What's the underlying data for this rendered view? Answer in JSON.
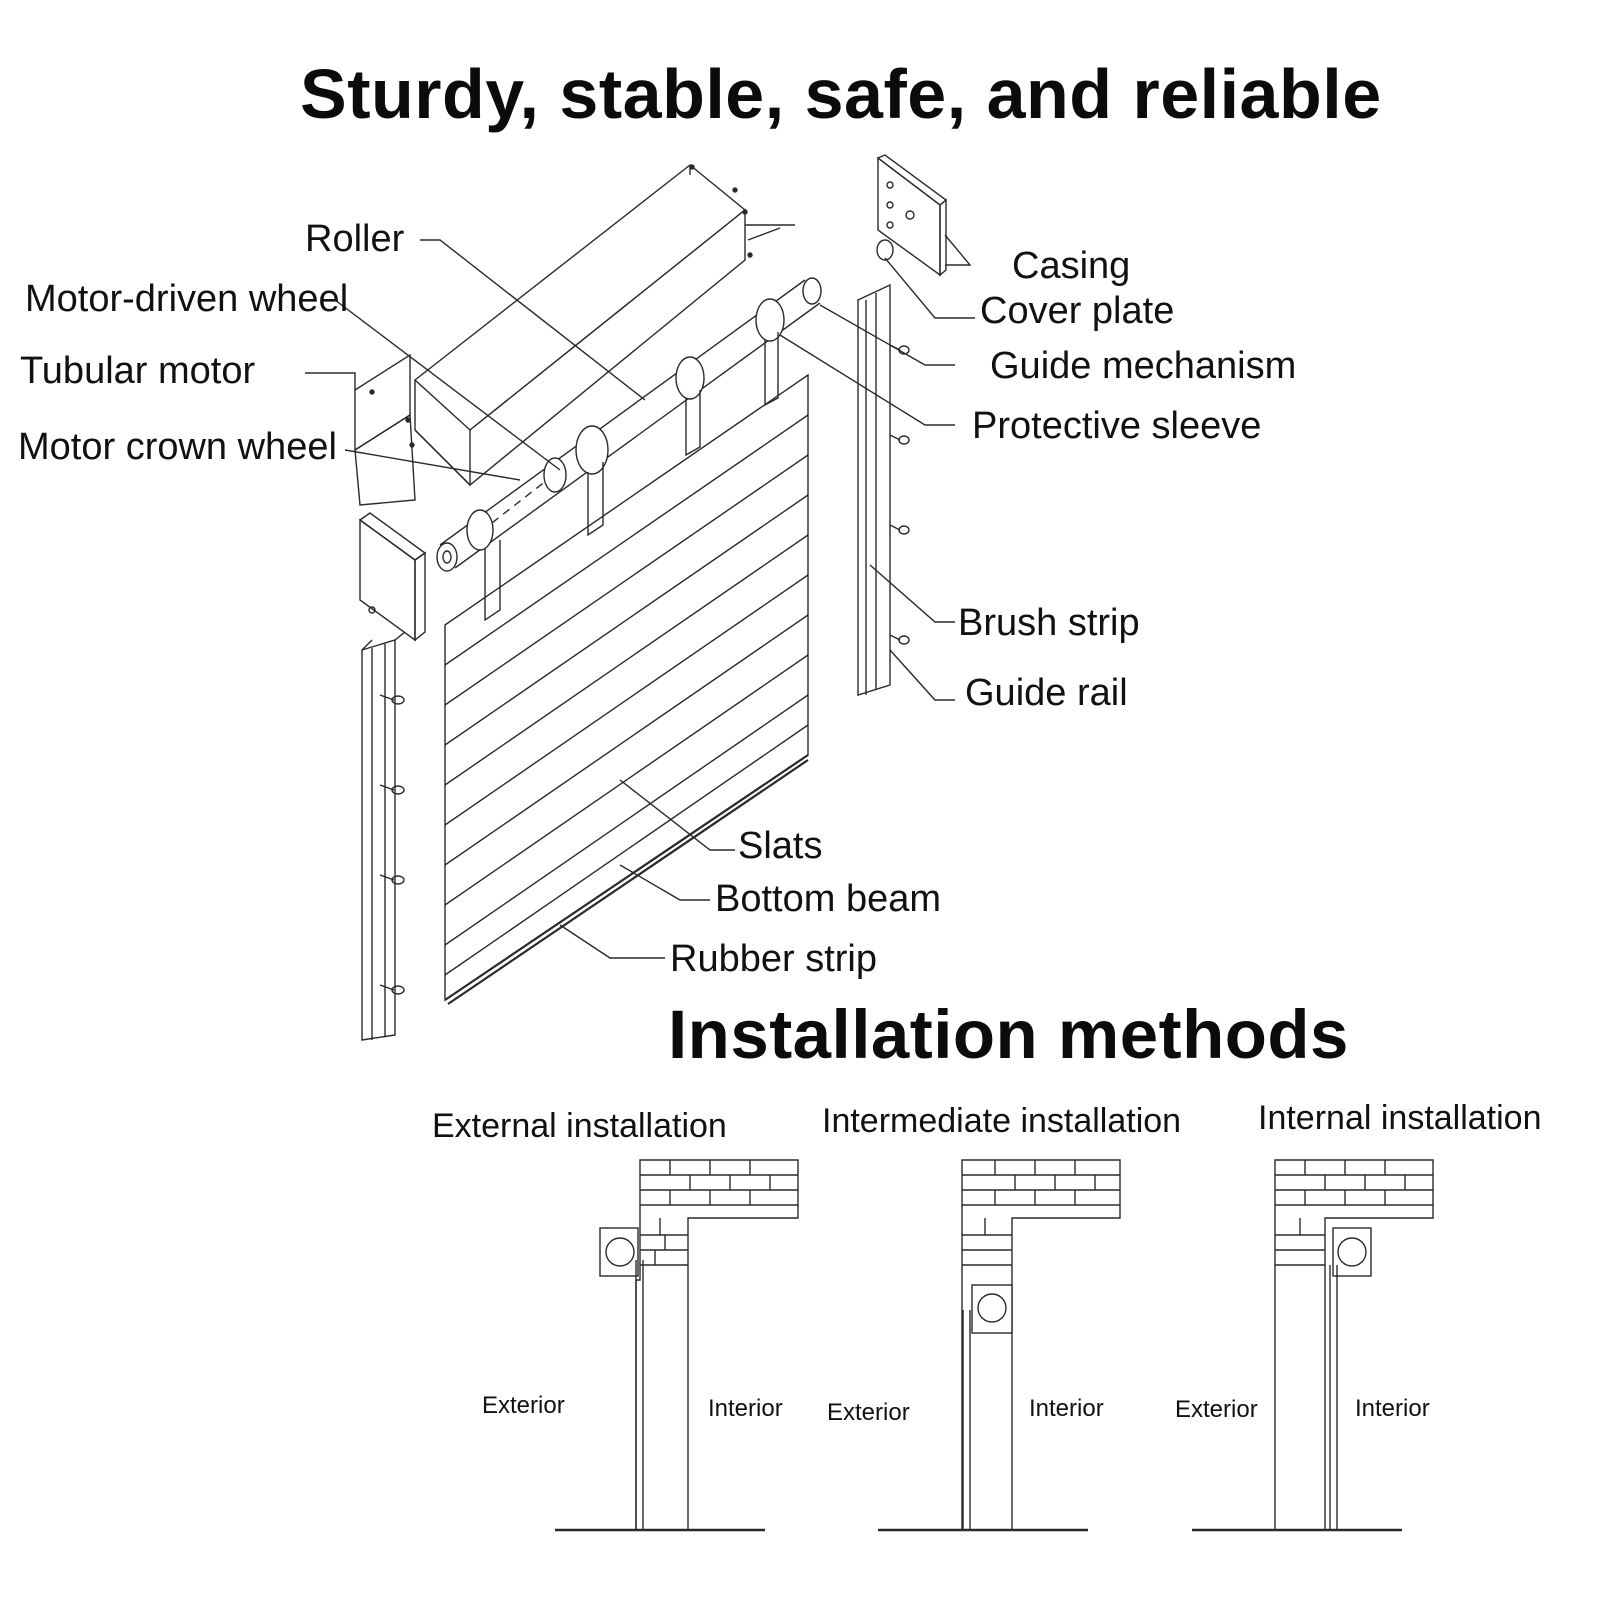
{
  "headline": "Sturdy, stable, safe, and reliable",
  "parts": {
    "roller": "Roller",
    "motor_driven_wheel": "Motor-driven wheel",
    "tubular_motor": "Tubular motor",
    "motor_crown_wheel": "Motor crown wheel",
    "casing": "Casing",
    "cover_plate": "Cover plate",
    "guide_mechanism": "Guide mechanism",
    "protective_sleeve": "Protective sleeve",
    "brush_strip": "Brush strip",
    "guide_rail": "Guide rail",
    "slats": "Slats",
    "bottom_beam": "Bottom beam",
    "rubber_strip": "Rubber strip"
  },
  "installation": {
    "title": "Installation methods",
    "methods": [
      {
        "title": "External installation",
        "exterior": "Exterior",
        "interior": "Interior"
      },
      {
        "title": "Intermediate installation",
        "exterior": "Exterior",
        "interior": "Interior"
      },
      {
        "title": "Internal installation",
        "exterior": "Exterior",
        "interior": "Interior"
      }
    ]
  }
}
